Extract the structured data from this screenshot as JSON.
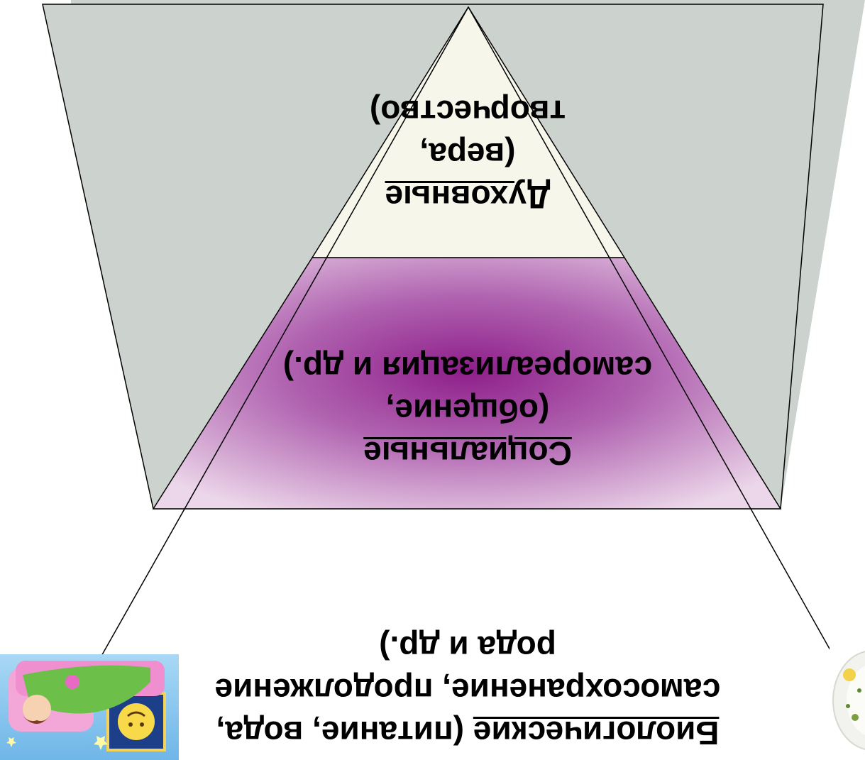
{
  "pyramid": {
    "tiers": [
      {
        "id": "biological",
        "heading": "Биологические",
        "lines": [
          " (питание, вода,",
          "самосохранение, продолжение",
          "рода и др.)"
        ],
        "fill": "#ccd2cd"
      },
      {
        "id": "social",
        "heading": "Социальные",
        "lines": [
          "(общение,",
          "самореализация и др.)"
        ],
        "fill": "#8e1e8a"
      },
      {
        "id": "spiritual",
        "heading": "Духовные",
        "lines": [
          "(вера,",
          "творчество)"
        ],
        "fill": "#f7f6ea"
      }
    ],
    "orientation": "upside-down",
    "outline_color": "#000000"
  },
  "images": [
    {
      "id": "sleeping-child",
      "icon": "sleeping-child-in-bed-icon"
    },
    {
      "id": "food-plate",
      "icon": "food-plate-icon"
    }
  ]
}
